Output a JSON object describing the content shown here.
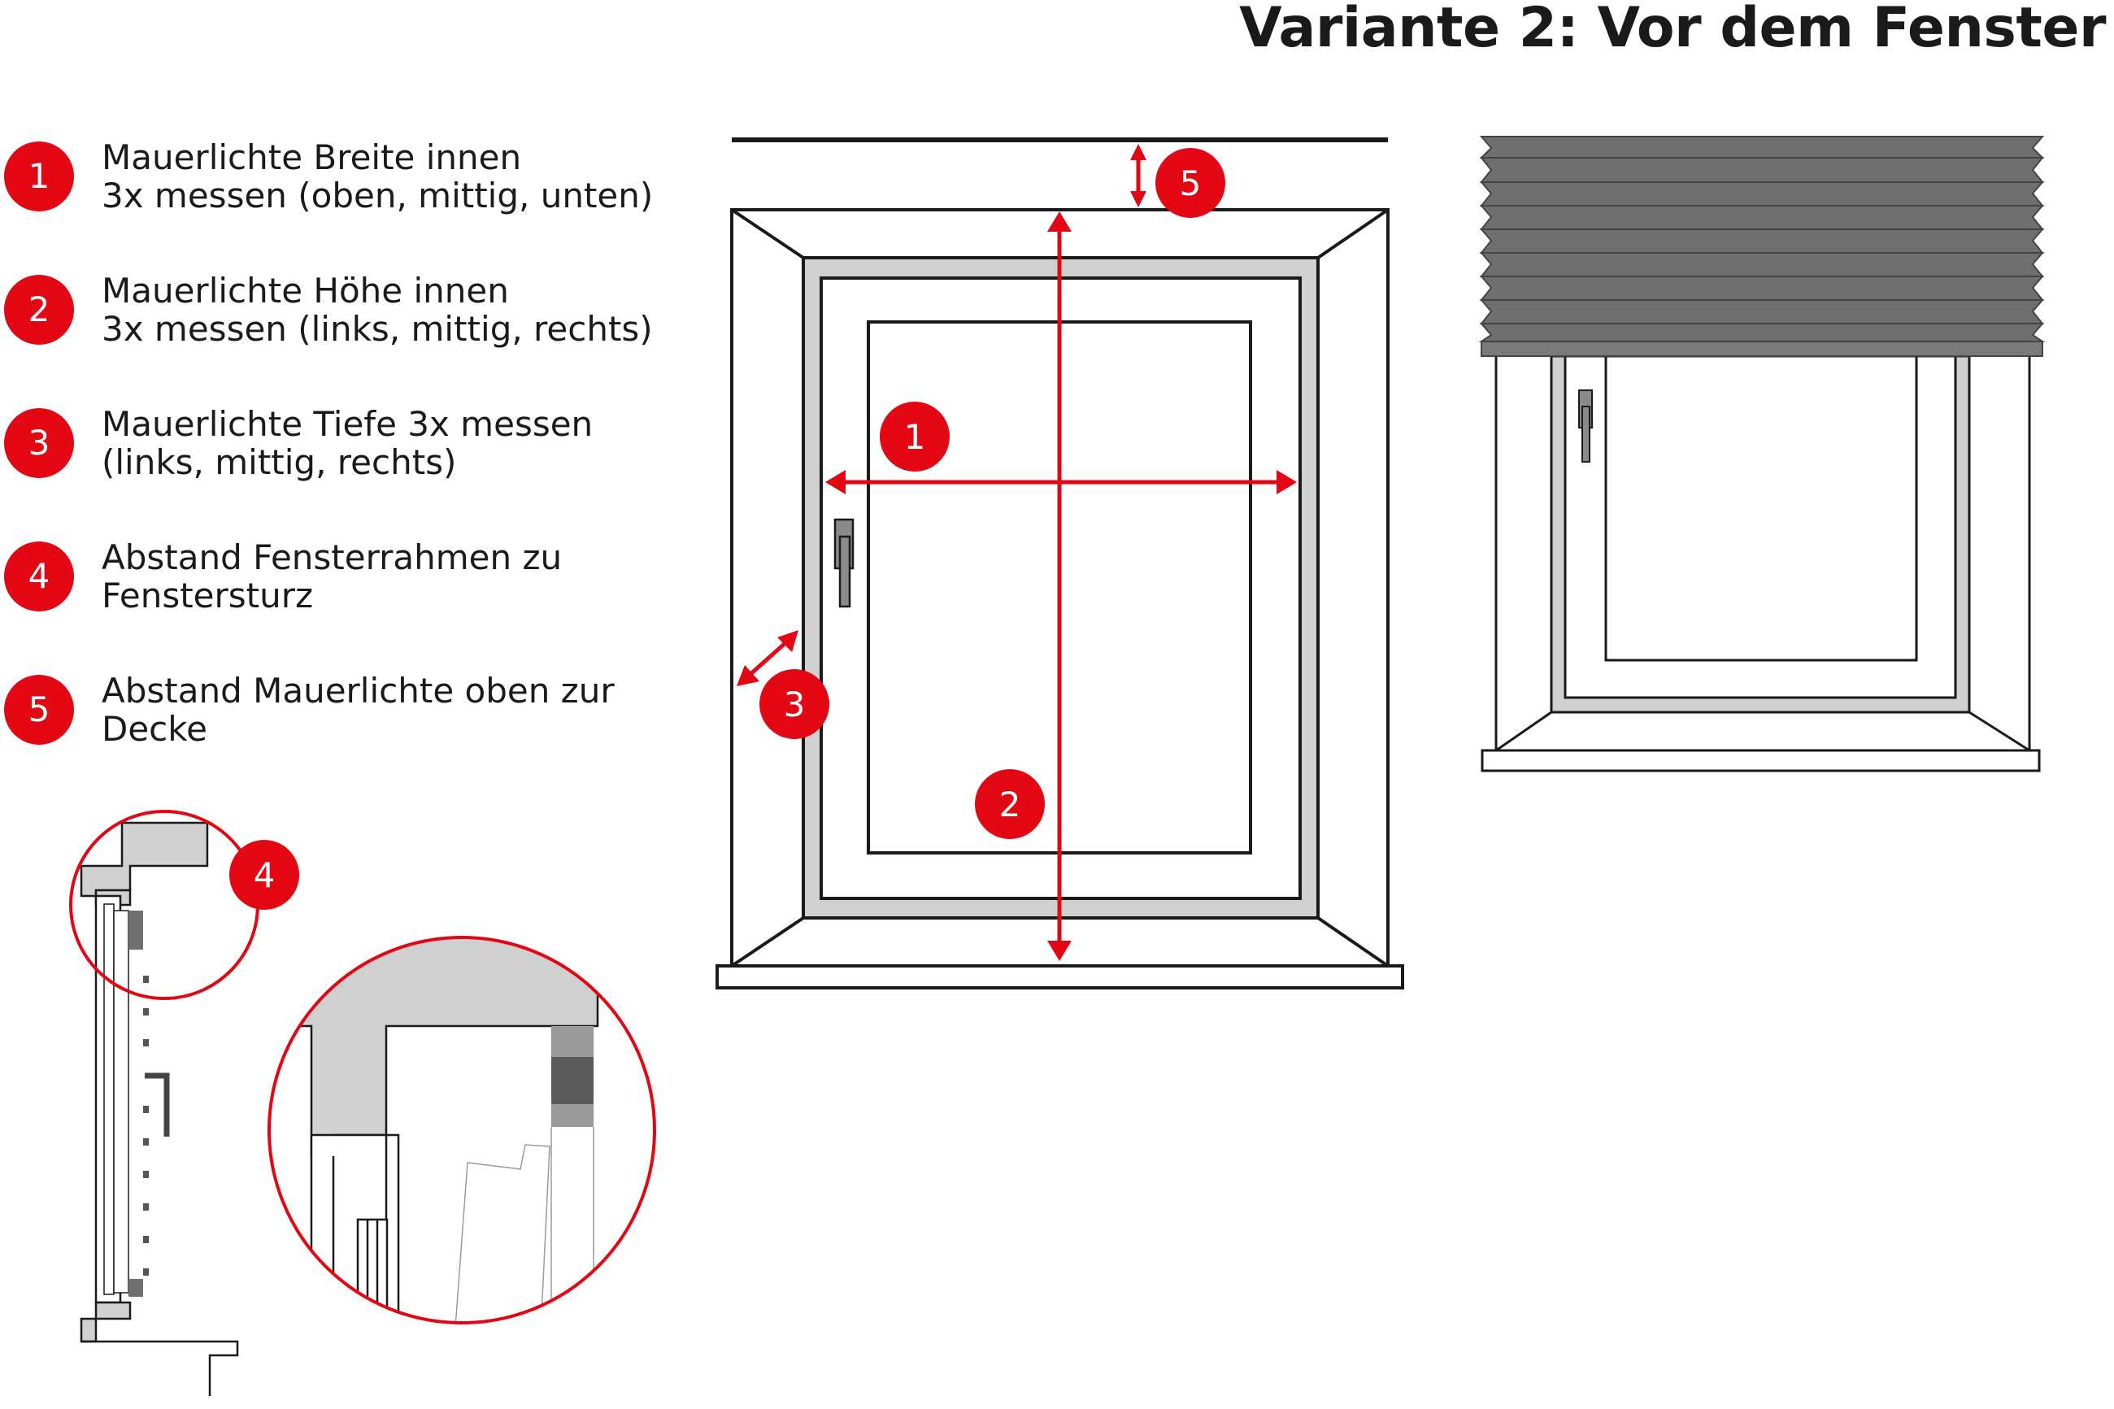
{
  "title": "Variante 2: Vor dem Fenster",
  "legend": [
    {
      "number": "1",
      "text": "Mauerlichte Breite innen\n3x messen (oben, mittig, unten)"
    },
    {
      "number": "2",
      "text": "Mauerlichte Höhe innen\n3x messen (links, mittig, rechts)"
    },
    {
      "number": "3",
      "text": "Mauerlichte Tiefe 3x messen\n(links, mittig, rechts)"
    },
    {
      "number": "4",
      "text": "Abstand Fensterrahmen zu\nFenstersturz"
    },
    {
      "number": "5",
      "text": "Abstand Mauerlichte oben zur\nDecke"
    }
  ],
  "markers": {
    "m1": "1",
    "m2": "2",
    "m3": "3",
    "m4": "4",
    "m5": "5"
  },
  "colors": {
    "accent": "#e30613",
    "line": "#1a1a1a",
    "frame": "#d0d0d0",
    "blind": "#6f6f6f",
    "handle": "#8a8a8a"
  }
}
